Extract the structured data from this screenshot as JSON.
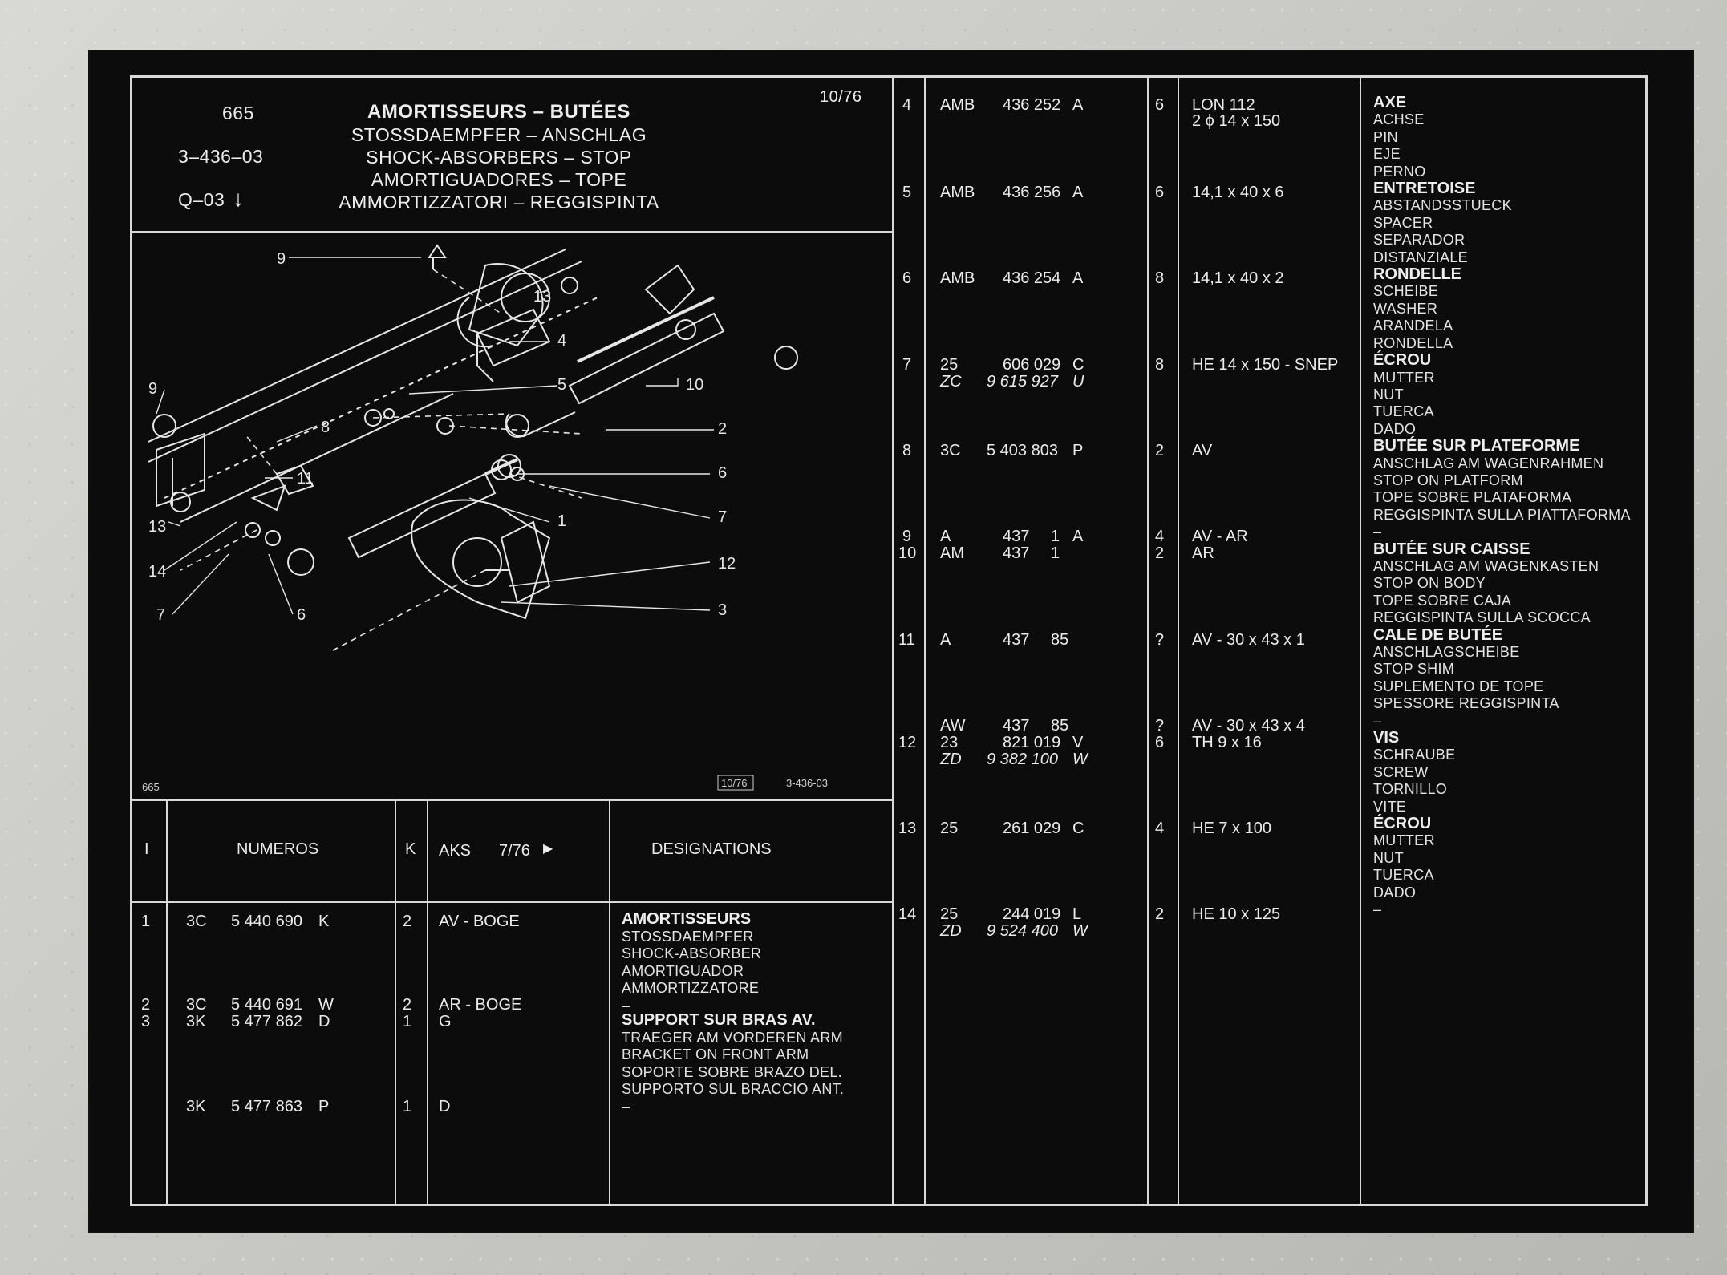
{
  "header": {
    "page_no": "665",
    "ref": "3–436–03",
    "q": "Q–03",
    "q_arrow": "↓",
    "date": "10/76",
    "titles": [
      "AMORTISSEURS – BUTÉES",
      "STOSSDAEMPFER – ANSCHLAG",
      "SHOCK-ABSORBERS – STOP",
      "AMORTIGUADORES – TOPE",
      "AMMORTIZZATORI – REGGISPINTA"
    ]
  },
  "diagram": {
    "page_label": "665",
    "date_box": "10/76",
    "ref_label": "3-436-03",
    "callouts": [
      "9",
      "13",
      "4",
      "5",
      "10",
      "2",
      "6",
      "7",
      "1",
      "12",
      "3",
      "8",
      "11",
      "9",
      "13",
      "14",
      "7",
      "6"
    ]
  },
  "table_header": {
    "col_i": "I",
    "col_numeros": "NUMEROS",
    "col_k": "K",
    "col_aks": "AKS",
    "aks_date": "7/76",
    "aks_arrow": "▶",
    "col_designations": "DESIGNATIONS"
  },
  "left_rows": [
    {
      "i": "1",
      "pre": "3C",
      "num": "5 440 690",
      "suf": "K",
      "k": "2",
      "aks": "AV - BOGE"
    },
    {
      "i": "2",
      "pre": "3C",
      "num": "5 440 691",
      "suf": "W",
      "k": "2",
      "aks": "AR - BOGE"
    },
    {
      "i": "3",
      "pre": "3K",
      "num": "5 477 862",
      "suf": "D",
      "k": "1",
      "aks": "G"
    },
    {
      "i": "",
      "pre": "3K",
      "num": "5 477 863",
      "suf": "P",
      "k": "1",
      "aks": "D"
    }
  ],
  "left_designations": [
    {
      "head": "AMORTISSEURS",
      "lines": [
        "STOSSDAEMPFER",
        "SHOCK-ABSORBER",
        "AMORTIGUADOR",
        "AMMORTIZZATORE",
        "–"
      ]
    },
    {
      "head": "SUPPORT SUR BRAS AV.",
      "lines": [
        "TRAEGER AM VORDEREN ARM",
        "BRACKET ON FRONT ARM",
        "SOPORTE SOBRE BRAZO DEL.",
        "SUPPORTO SUL BRACCIO ANT.",
        "–"
      ]
    }
  ],
  "right_rows": [
    {
      "i": "4",
      "a": "AMB",
      "b": "436 252",
      "c": "A",
      "k": "6",
      "aks": "LON 112",
      "aks2": "2 ϕ 14 x 150"
    },
    {
      "i": "5",
      "a": "AMB",
      "b": "436 256",
      "c": "A",
      "k": "6",
      "aks": "14,1 x 40 x 6"
    },
    {
      "i": "6",
      "a": "AMB",
      "b": "436 254",
      "c": "A",
      "k": "8",
      "aks": "14,1 x 40 x 2"
    },
    {
      "i": "7",
      "a": "25",
      "b": "606 029",
      "c": "C",
      "a2": "ZC",
      "b2": "9 615 927",
      "c2": "U",
      "k": "8",
      "aks": "HE 14 x 150 - SNEP"
    },
    {
      "i": "8",
      "a": "3C",
      "b": "5 403 803",
      "c": "P",
      "k": "2",
      "aks": "AV"
    },
    {
      "i": "9",
      "a": "A",
      "b": "437",
      "b_tail": "1",
      "c": "A",
      "k": "4",
      "aks": "AV - AR"
    },
    {
      "i": "10",
      "a": "AM",
      "b": "437",
      "b_tail": "1",
      "c": "",
      "k": "2",
      "aks": "AR"
    },
    {
      "i": "11",
      "a": "A",
      "b": "437",
      "b_tail": "85",
      "c": "",
      "k": "?",
      "aks": "AV - 30 x 43 x 1"
    },
    {
      "i": "",
      "a": "AW",
      "b": "437",
      "b_tail": "85",
      "c": "",
      "k": "?",
      "aks": "AV - 30 x 43 x 4"
    },
    {
      "i": "12",
      "a": "23",
      "b": "821 019",
      "c": "V",
      "a2": "ZD",
      "b2": "9 382 100",
      "c2": "W",
      "k": "6",
      "aks": "TH 9 x 16"
    },
    {
      "i": "13",
      "a": "25",
      "b": "261 029",
      "c": "C",
      "k": "4",
      "aks": "HE 7 x 100"
    },
    {
      "i": "14",
      "a": "25",
      "b": "244 019",
      "c": "L",
      "a2": "ZD",
      "b2": "9 524 400",
      "c2": "W",
      "k": "2",
      "aks": "HE 10 x 125"
    }
  ],
  "right_designations": [
    {
      "head": "AXE",
      "lines": [
        "ACHSE",
        "PIN",
        "EJE",
        "PERNO"
      ]
    },
    {
      "head": "ENTRETOISE",
      "lines": [
        "ABSTANDSSTUECK",
        "SPACER",
        "SEPARADOR",
        "DISTANZIALE"
      ]
    },
    {
      "head": "RONDELLE",
      "lines": [
        "SCHEIBE",
        "WASHER",
        "ARANDELA",
        "RONDELLA"
      ]
    },
    {
      "head": "ÉCROU",
      "lines": [
        "MUTTER",
        "NUT",
        "TUERCA",
        "DADO"
      ]
    },
    {
      "head": "BUTÉE SUR PLATEFORME",
      "lines": [
        "ANSCHLAG AM WAGENRAHMEN",
        "STOP ON PLATFORM",
        "TOPE SOBRE PLATAFORMA",
        "REGGISPINTA SULLA PIATTAFORMA",
        "–"
      ]
    },
    {
      "head": "BUTÉE SUR CAISSE",
      "lines": [
        "ANSCHLAG AM WAGENKASTEN",
        "STOP ON BODY",
        "TOPE SOBRE CAJA",
        "REGGISPINTA SULLA SCOCCA"
      ]
    },
    {
      "head": "CALE DE BUTÉE",
      "lines": [
        "ANSCHLAGSCHEIBE",
        "STOP SHIM",
        "SUPLEMENTO DE TOPE",
        "SPESSORE REGGISPINTA",
        "–"
      ]
    },
    {
      "head": "VIS",
      "lines": [
        "SCHRAUBE",
        "SCREW",
        "TORNILLO",
        "VITE"
      ]
    },
    {
      "head": "ÉCROU",
      "lines": [
        "MUTTER",
        "NUT",
        "TUERCA",
        "DADO",
        "–"
      ]
    }
  ]
}
